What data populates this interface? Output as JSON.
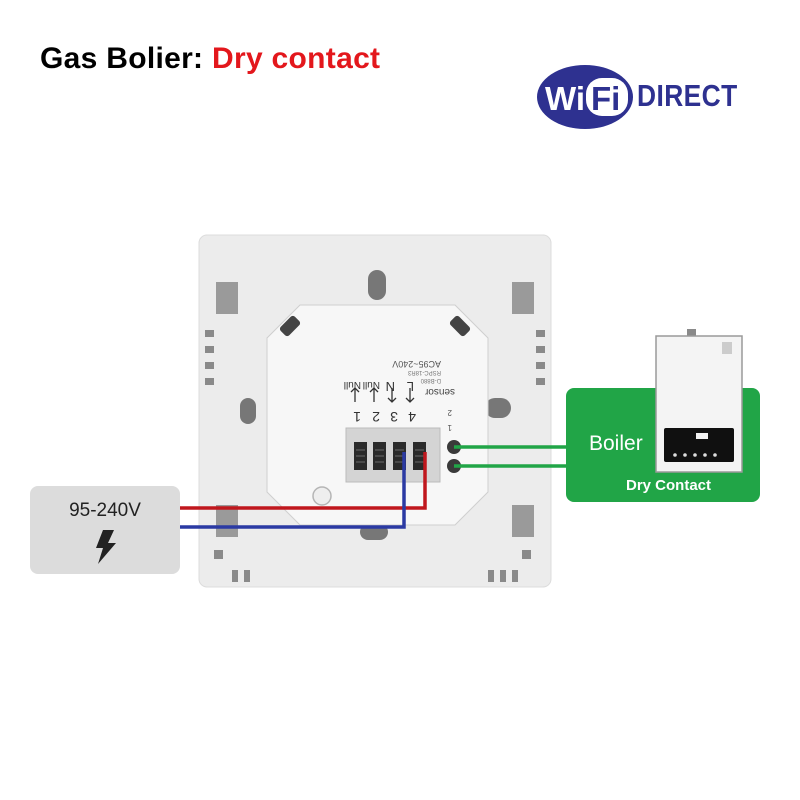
{
  "heading": {
    "lead": "Gas Bolier:",
    "accent": "Dry contact"
  },
  "logo": {
    "wi": "Wi",
    "fi": "Fi",
    "direct": "DIRECT",
    "colors": {
      "navy": "#2e3190",
      "white": "#ffffff"
    }
  },
  "power": {
    "voltage": "95-240V",
    "icon": "lightning-bolt-icon"
  },
  "thermostat": {
    "voltage_range": "AC95~240V",
    "part_no": "RSPC-18R3",
    "part_no_2": "D-B880",
    "terminals": [
      {
        "number": "1",
        "label": "Null"
      },
      {
        "number": "2",
        "label": "Null"
      },
      {
        "number": "3",
        "label": "N"
      },
      {
        "number": "4",
        "label": "L"
      }
    ],
    "sensor_label": "sensor",
    "sensor_pins": [
      "1",
      "2"
    ]
  },
  "boiler": {
    "label": "Boiler",
    "subtitle": "Dry Contact",
    "accent_color": "#21a547"
  },
  "wires": {
    "live_color": "#c0171d",
    "neutral_color": "#2b3aa3",
    "contact_color": "#21a547"
  }
}
